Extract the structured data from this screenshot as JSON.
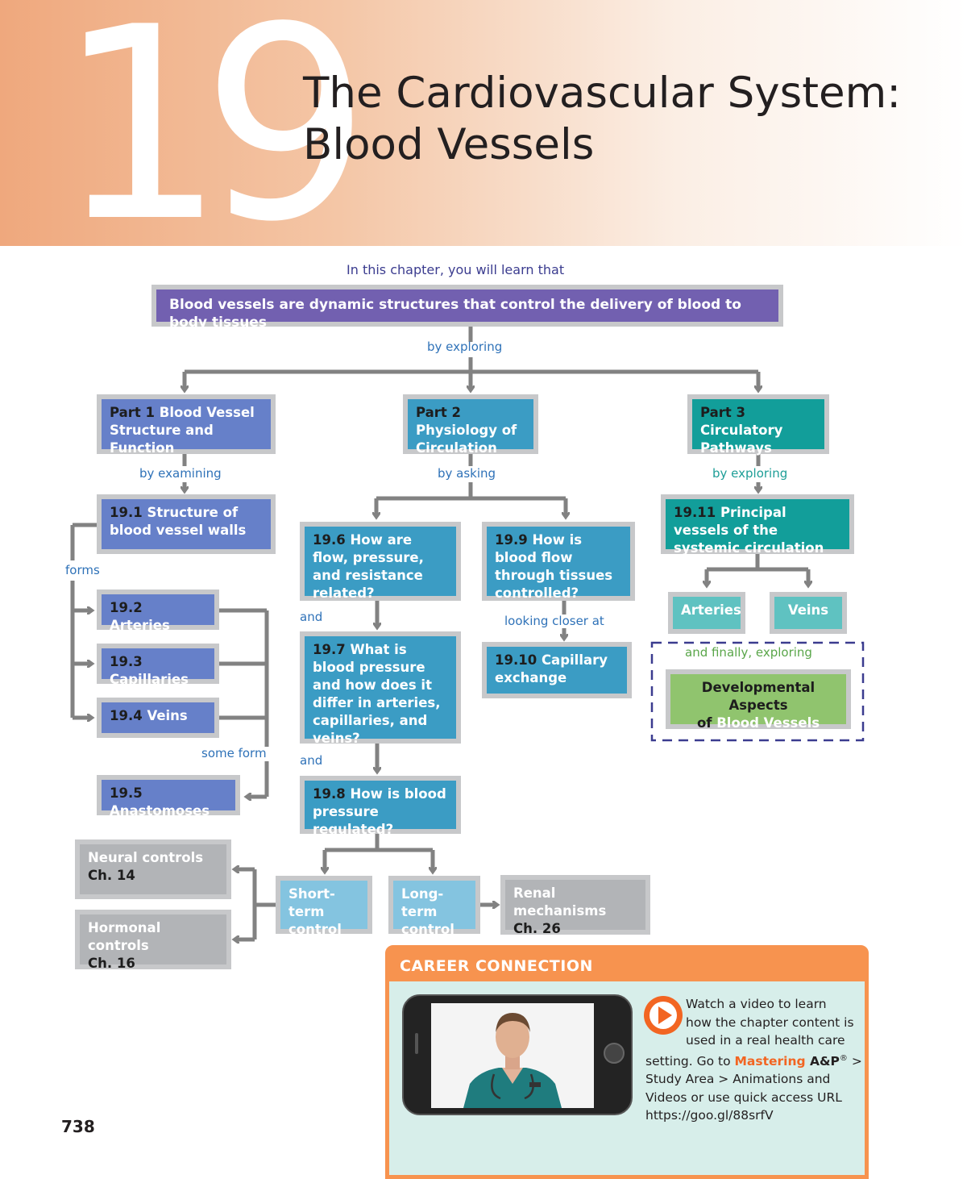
{
  "chapter": {
    "number": "19",
    "title_line1": "The Cardiovascular System:",
    "title_line2": "Blood Vessels"
  },
  "intro": "In this chapter, you will learn that",
  "main_box": "Blood vessels are dynamic structures that control the delivery of blood to body tissues",
  "connectors": {
    "by_exploring": "by exploring",
    "by_examining": "by examining",
    "by_asking": "by asking",
    "by_exploring_2": "by exploring",
    "forms": "forms",
    "some_form": "some form",
    "and_1": "and",
    "and_2": "and",
    "looking_closer": "looking closer at",
    "and_finally": "and finally, exploring"
  },
  "parts": [
    {
      "num": "Part 1",
      "text": " Blood Vessel Structure and Function"
    },
    {
      "num": "Part 2",
      "text": " Physiology of Circulation"
    },
    {
      "num": "Part 3",
      "text": " Circulatory Pathways"
    }
  ],
  "sections": {
    "s19_1": {
      "num": "19.1",
      "text": " Structure of blood vessel walls"
    },
    "s19_2": {
      "num": "19.2",
      "text": " Arteries"
    },
    "s19_3": {
      "num": "19.3",
      "text": " Capillaries"
    },
    "s19_4": {
      "num": "19.4",
      "text": " Veins"
    },
    "s19_5": {
      "num": "19.5",
      "text": " Anastomoses"
    },
    "s19_6": {
      "num": "19.6",
      "text": " How are flow, pressure, and resistance related?"
    },
    "s19_7": {
      "num": "19.7",
      "text": " What is blood pressure and how does it differ in arteries, capillaries, and veins?"
    },
    "s19_8": {
      "num": "19.8",
      "text": " How is blood pressure regulated?"
    },
    "s19_9": {
      "num": "19.9",
      "text": " How is blood flow through tissues controlled?"
    },
    "s19_10": {
      "num": "19.10",
      "text": " Capillary exchange"
    },
    "s19_11": {
      "num": "19.11",
      "text": " Principal vessels of the systemic circulation"
    }
  },
  "regulation": {
    "short_term": "Short-term control",
    "long_term": "Long-term control",
    "neural_l1": "Neural controls",
    "neural_l2": "Ch. 14",
    "hormonal_l1": "Hormonal controls",
    "hormonal_l2": "Ch. 16",
    "renal_l1": "Renal mechanisms",
    "renal_l2": "Ch. 26"
  },
  "systemic": {
    "arteries": "Arteries",
    "veins": "Veins"
  },
  "developmental": {
    "of": "of",
    "l1": "Developmental Aspects",
    "l2": "Blood Vessels"
  },
  "page_number": "738",
  "career": {
    "heading": "CAREER CONNECTION",
    "l1": "Watch a video to learn",
    "l2": "how the chapter content is",
    "l3": "used in a real health care",
    "l4a": "setting. Go to ",
    "mastering": "Mastering",
    "ap": " A&P",
    "reg": "®",
    "l4b": " >",
    "l5": "Study Area > Animations and",
    "l6": "Videos or use quick access URL",
    "url": "https://goo.gl/88srfV"
  },
  "colors": {
    "part1": "#6680c9",
    "part2": "#3b9cc4",
    "part3": "#129e9a",
    "career_accent": "#f7934f",
    "developmental": "#90c46e",
    "main": "#7260b0"
  }
}
